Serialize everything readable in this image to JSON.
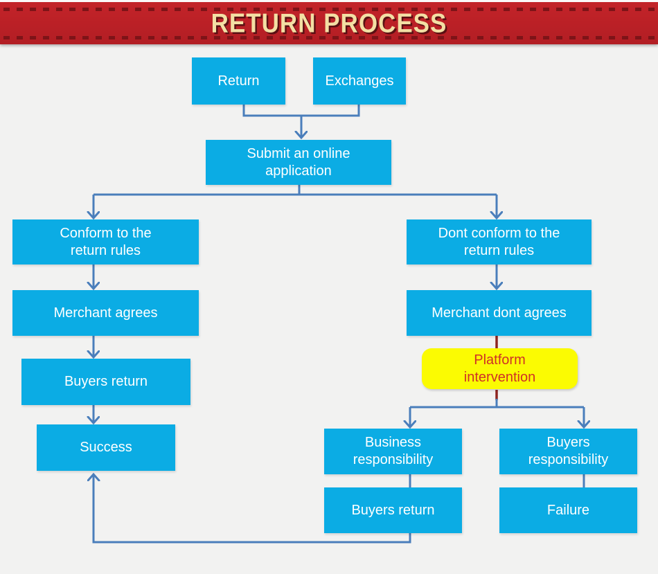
{
  "header": {
    "title": "RETURN PROCESS"
  },
  "flowchart": {
    "nodes": [
      {
        "id": "return",
        "label": "Return"
      },
      {
        "id": "exchanges",
        "label": "Exchanges"
      },
      {
        "id": "submit-application",
        "label": "Submit an online\napplication"
      },
      {
        "id": "conform-rules",
        "label": "Conform to the\nreturn rules"
      },
      {
        "id": "merchant-agrees",
        "label": "Merchant agrees"
      },
      {
        "id": "buyers-return-left",
        "label": "Buyers return"
      },
      {
        "id": "success",
        "label": "Success"
      },
      {
        "id": "dont-conform-rules",
        "label": "Dont conform to the\nreturn rules"
      },
      {
        "id": "merchant-dont-agrees",
        "label": "Merchant dont agrees"
      },
      {
        "id": "platform-intervention",
        "label": "Platform\nintervention"
      },
      {
        "id": "business-responsibility",
        "label": "Business\nresponsibility"
      },
      {
        "id": "buyers-responsibility",
        "label": "Buyers\nresponsibility"
      },
      {
        "id": "buyers-return-right",
        "label": "Buyers return"
      },
      {
        "id": "failure",
        "label": "Failure"
      }
    ],
    "edges": [
      {
        "from": "return",
        "to": "submit-application"
      },
      {
        "from": "exchanges",
        "to": "submit-application"
      },
      {
        "from": "submit-application",
        "to": "conform-rules"
      },
      {
        "from": "submit-application",
        "to": "dont-conform-rules"
      },
      {
        "from": "conform-rules",
        "to": "merchant-agrees"
      },
      {
        "from": "merchant-agrees",
        "to": "buyers-return-left"
      },
      {
        "from": "buyers-return-left",
        "to": "success"
      },
      {
        "from": "dont-conform-rules",
        "to": "merchant-dont-agrees"
      },
      {
        "from": "merchant-dont-agrees",
        "to": "platform-intervention"
      },
      {
        "from": "platform-intervention",
        "to": "business-responsibility"
      },
      {
        "from": "platform-intervention",
        "to": "buyers-responsibility"
      },
      {
        "from": "business-responsibility",
        "to": "buyers-return-right"
      },
      {
        "from": "buyers-responsibility",
        "to": "failure"
      },
      {
        "from": "buyers-return-right",
        "to": "success"
      }
    ]
  },
  "colors": {
    "background": "#f2f2f1",
    "banner_red": "#ba2026",
    "banner_stitch": "#7d1418",
    "banner_title_cream": "#f3dfa4",
    "node_cyan": "#0bace4",
    "node_text_white": "#ffffff",
    "highlight_yellow": "#fbfb02",
    "highlight_text_red": "#cf3126",
    "connector_blue": "#4a7ebb",
    "connector_dark_red": "#8e2420"
  }
}
